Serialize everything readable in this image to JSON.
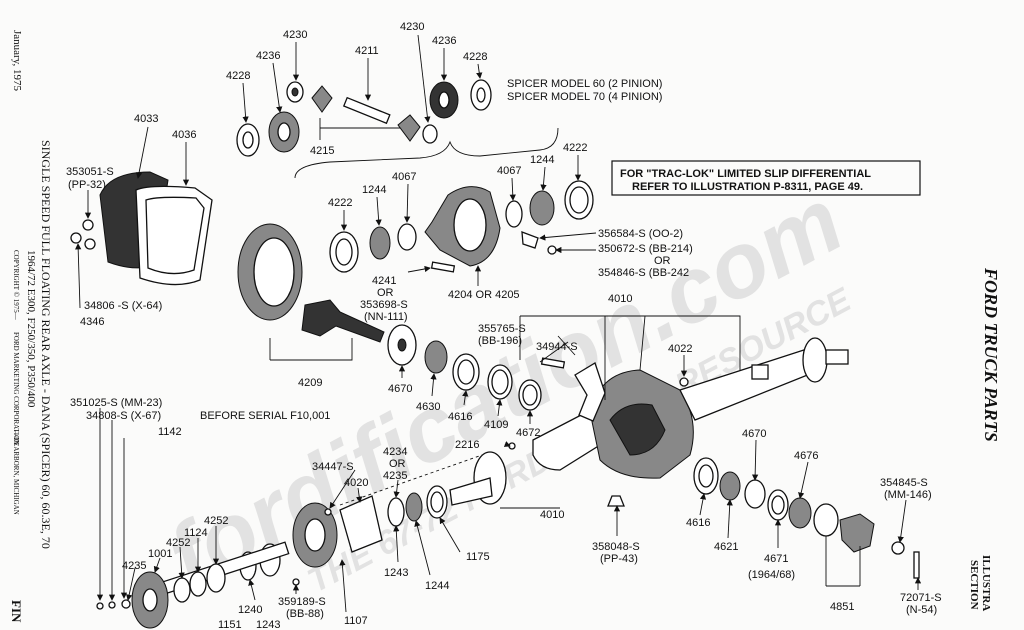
{
  "side_left": {
    "date": "January, 1975",
    "title": "SINGLE SPEED FULL FLOATING REAR AXLE - DANA (SPICER) 60, 60.3E, 70",
    "models": "1964/72  E300,  F250/350,  P350/400",
    "copyright": "COPYRIGHT © 1975—",
    "publisher": "FORD MARKETING CORPORATION",
    "location": "—DEARBORN, MICHIGAN",
    "fin": "FIN"
  },
  "side_right": {
    "brand": "FORD TRUCK PARTS",
    "illus": "ILLUSTRA",
    "section": "SECTION"
  },
  "watermark": {
    "line1": "fordification.com",
    "line2": "THE 67-72 FORD PICKUP RESOURCE"
  },
  "notes": {
    "spicer60": "SPICER MODEL 60 (2 PINION)",
    "spicer70": "SPICER MODEL 70 (4 PINION)",
    "traclok1": "FOR \"TRAC-LOK\" LIMITED SLIP DIFFERENTIAL",
    "traclok2": "REFER TO ILLUSTRATION P-8311, PAGE 49.",
    "before_serial": "BEFORE SERIAL F10,001"
  },
  "labels": {
    "p4230a": "4230",
    "p4211": "4211",
    "p4230b": "4230",
    "p4236a": "4236",
    "p4236b": "4236",
    "p4228a": "4228",
    "p4228b": "4228",
    "p4215": "4215",
    "p4033": "4033",
    "p4036": "4036",
    "p353051": "353051-S",
    "p353051n": "(PP-32)",
    "p4067a": "4067",
    "p1244a": "1244",
    "p4222a": "4222",
    "p4067b": "4067",
    "p1244b": "1244",
    "p4222b": "4222",
    "p356584": "356584-S (OO-2)",
    "p350672": "350672-S (BB-214)",
    "p_or1": "OR",
    "p354846": "354846-S (BB-242",
    "p4241": "4241",
    "p_or2": "OR",
    "p353698": "353698-S",
    "p353698n": "(NN-111)",
    "p4204": "4204 OR 4205",
    "p4346": "4346",
    "p34806": "34806 -S (X-64)",
    "p4010a": "4010",
    "p355765": "355765-S",
    "p355765n": "(BB-196)",
    "p34944": "34944-S",
    "p4022": "4022",
    "p4209": "4209",
    "p4670a": "4670",
    "p4630": "4630",
    "p4616a": "4616",
    "p4109": "4109",
    "p4672": "4672",
    "p351025": "351025-S (MM-23)",
    "p34808": "34808-S (X-67)",
    "p1142": "1142",
    "p2216": "2216",
    "p4234": "4234",
    "p_or3": "OR",
    "p4235a": "4235",
    "p34447": "34447-S",
    "p4020": "4020",
    "p4252a": "4252",
    "p1124": "1124",
    "p4252b": "4252",
    "p1001": "1001",
    "p4235b": "4235",
    "p4010b": "4010",
    "p1175": "1175",
    "p1243a": "1243",
    "p1244c": "1244",
    "p358048": "358048-S",
    "p358048n": "(PP-43)",
    "p4616b": "4616",
    "p4621": "4621",
    "p4670b": "4670",
    "p4676": "4676",
    "p4671": "4671",
    "p4671n": "(1964/68)",
    "p354845": "354845-S",
    "p354845n": "(MM-146)",
    "p72071": "72071-S",
    "p72071n": "(N-54)",
    "p4851": "4851",
    "p359189": "359189-S",
    "p359189n": "(BB-88)",
    "p1240": "1240",
    "p1151": "1151",
    "p1243b": "1243",
    "p1107": "1107"
  }
}
